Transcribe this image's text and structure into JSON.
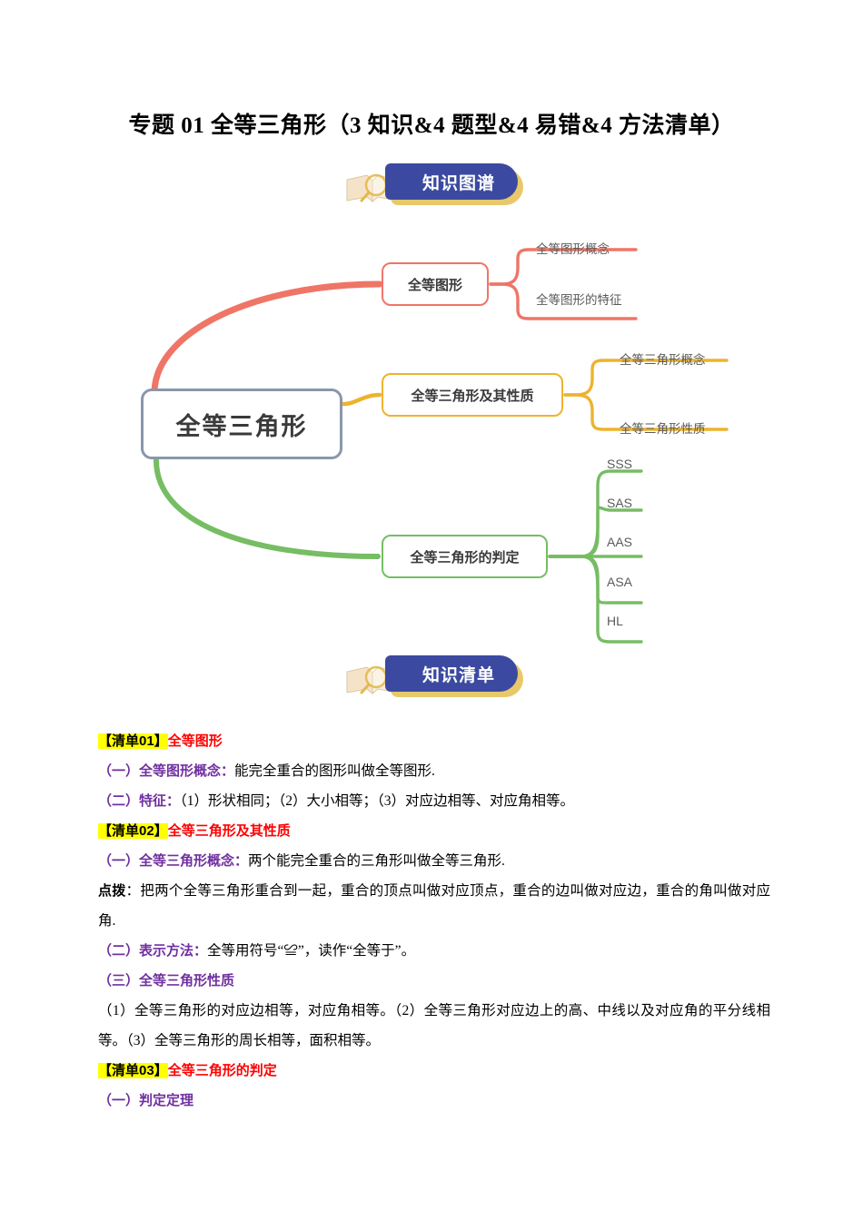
{
  "document": {
    "title": "专题 01  全等三角形（3 知识&4 题型&4 易错&4 方法清单）"
  },
  "banners": [
    {
      "id": "knowledge-graph",
      "label": "知识图谱",
      "icon": "book-magnifier-icon",
      "plate_color": "#3b4aa0",
      "shadow_color": "#e8c86a"
    },
    {
      "id": "knowledge-list",
      "label": "知识清单",
      "icon": "book-magnifier-icon",
      "plate_color": "#3b4aa0",
      "shadow_color": "#e8c86a"
    }
  ],
  "mindmap": {
    "root": {
      "label": "全等三角形",
      "border_color": "#8a97ab"
    },
    "branches": [
      {
        "label": "全等图形",
        "color": "#ef7567",
        "leaves": [
          "全等图形概念",
          "全等图形的特征"
        ]
      },
      {
        "label": "全等三角形及其性质",
        "color": "#edb32e",
        "leaves": [
          "全等三角形概念",
          "全等三角形性质"
        ]
      },
      {
        "label": "全等三角形的判定",
        "color": "#76bd63",
        "leaves": [
          "SSS",
          "SAS",
          "AAS",
          "ASA",
          "HL"
        ]
      }
    ]
  },
  "checklist": [
    {
      "tag_bracket_open": "【",
      "tag_text": "清单",
      "tag_num": "01",
      "tag_bracket_close": "】",
      "heading": "全等图形",
      "items": [
        {
          "marker": "（一）",
          "term": "全等图形概念",
          "sep": "：",
          "text": "能完全重合的图形叫做全等图形."
        },
        {
          "marker": "（二）",
          "term": "特征",
          "sep": "：",
          "text": "（1）形状相同；（2）大小相等；（3）对应边相等、对应角相等。"
        }
      ]
    },
    {
      "tag_bracket_open": "【",
      "tag_text": "清单",
      "tag_num": "02",
      "tag_bracket_close": "】",
      "heading": "全等三角形及其性质",
      "items": [
        {
          "marker": "（一）",
          "term": "全等三角形概念",
          "sep": "：",
          "text": "两个能完全重合的三角形叫做全等三角形."
        },
        {
          "marker": "",
          "term": "点拨",
          "sep": "：",
          "text": "把两个全等三角形重合到一起，重合的顶点叫做对应顶点，重合的边叫做对应边，重合的角叫做对应角.",
          "term_style": "black-bold"
        },
        {
          "marker": "（二）",
          "term": "表示方法",
          "sep": "：",
          "text": "全等用符号“≌”，读作“全等于”。"
        },
        {
          "marker": "（三）",
          "term": "全等三角形性质",
          "sep": "",
          "text": ""
        },
        {
          "marker": "",
          "term": "",
          "sep": "",
          "text": "（1）全等三角形的对应边相等，对应角相等。（2）全等三角形对应边上的高、中线以及对应角的平分线相等。（3）全等三角形的周长相等，面积相等。"
        }
      ]
    },
    {
      "tag_bracket_open": "【",
      "tag_text": "清单",
      "tag_num": "03",
      "tag_bracket_close": "】",
      "heading": "全等三角形的判定",
      "items": [
        {
          "marker": "（一）",
          "term": "判定定理",
          "sep": "",
          "text": ""
        }
      ]
    }
  ],
  "colors": {
    "highlight": "#ffff00",
    "heading_red": "#ff0000",
    "term_purple": "#7030a0",
    "banner_blue": "#3b4aa0",
    "banner_gold": "#e8c86a"
  }
}
